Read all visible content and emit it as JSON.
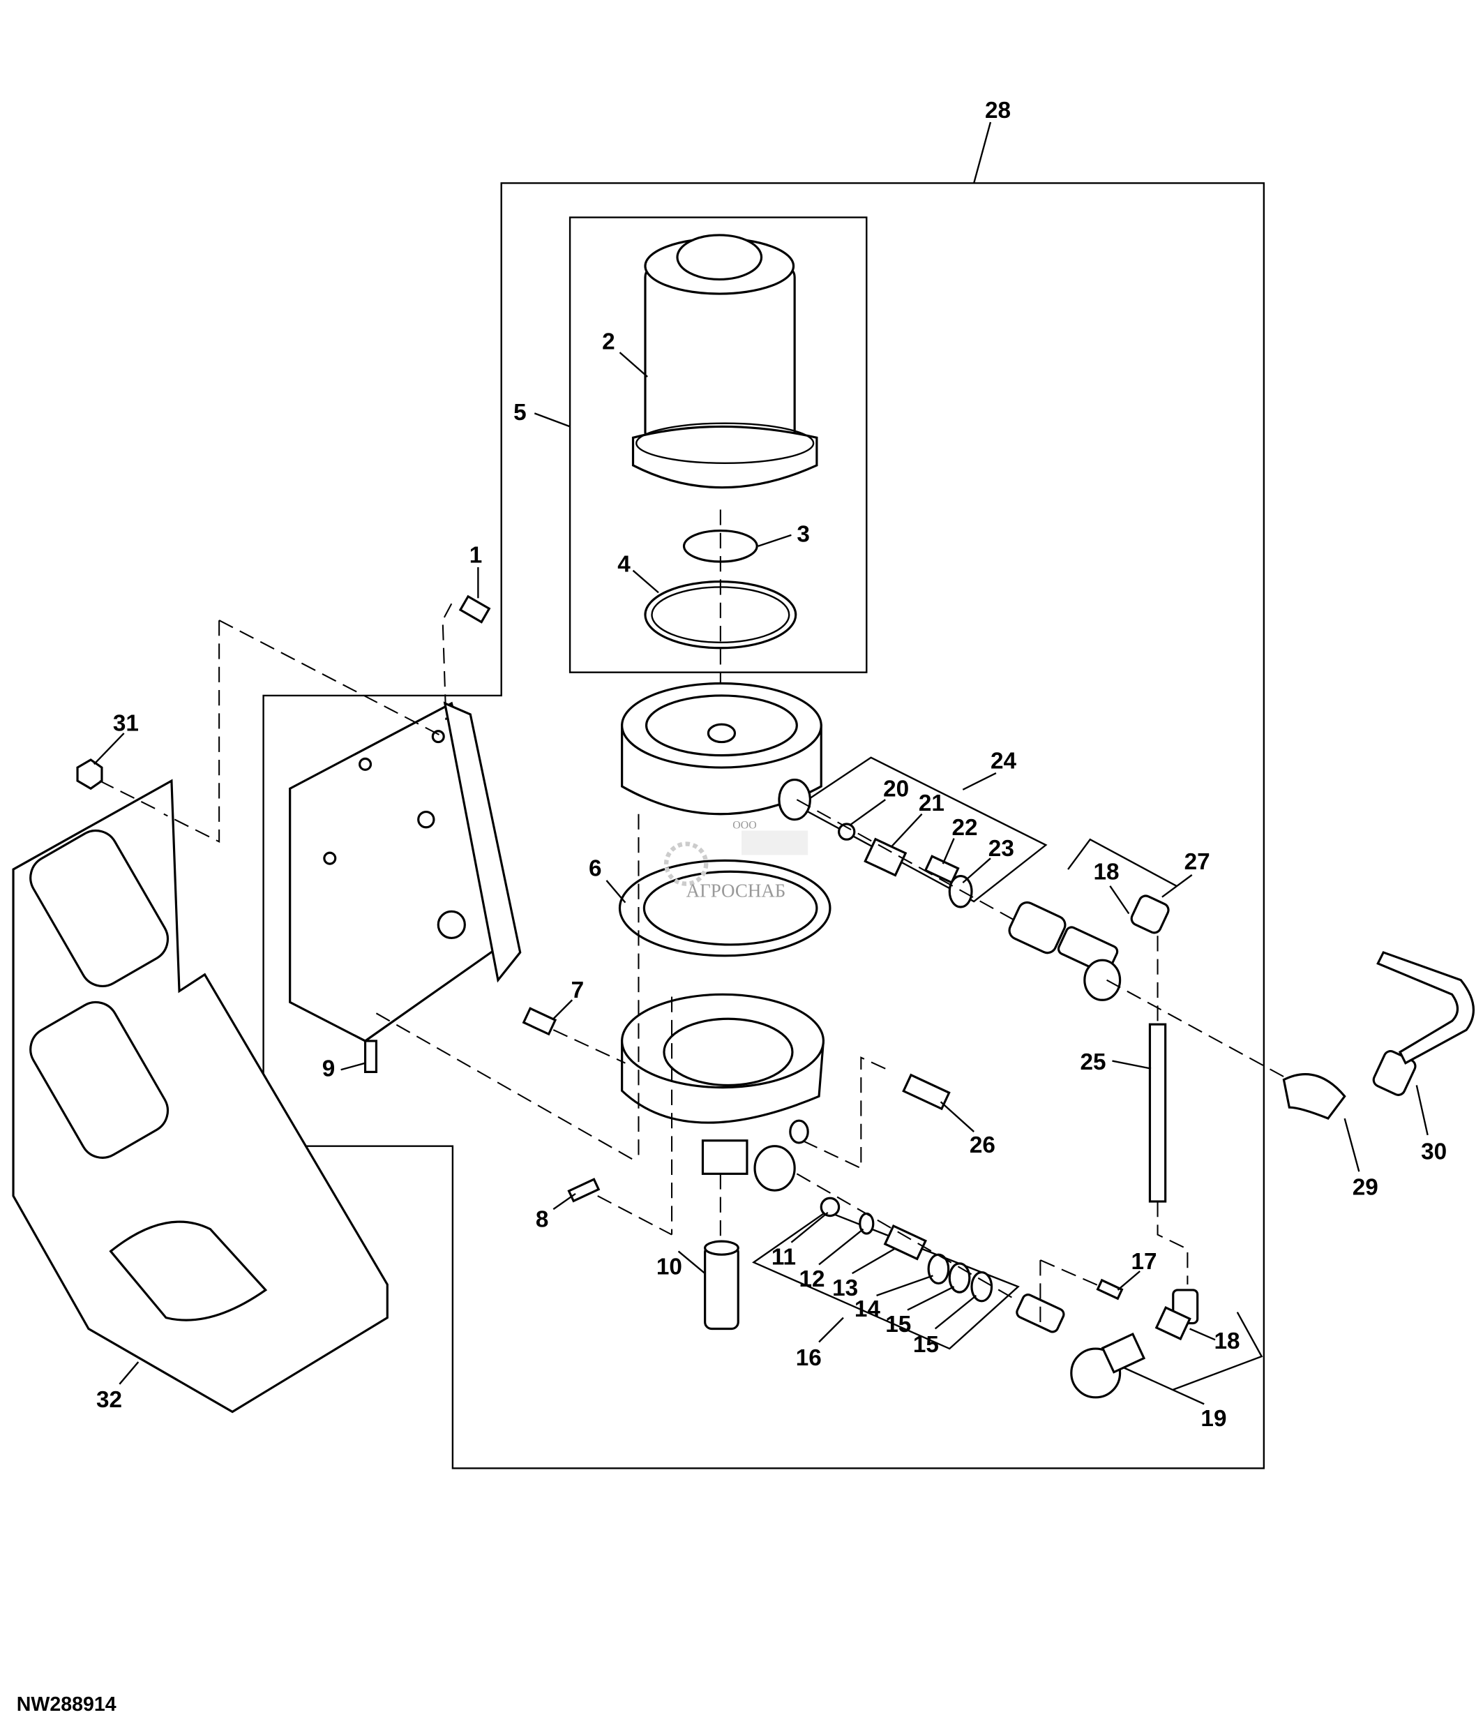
{
  "diagram_code": "NW288914",
  "watermark": {
    "company_prefix": "ООО",
    "company_name": "АГРОСНАБ"
  },
  "callouts": [
    "28",
    "2",
    "5",
    "3",
    "4",
    "1",
    "31",
    "24",
    "20",
    "21",
    "22",
    "23",
    "18",
    "27",
    "6",
    "7",
    "25",
    "9",
    "26",
    "29",
    "30",
    "8",
    "10",
    "11",
    "12",
    "13",
    "14",
    "15",
    "15",
    "16",
    "17",
    "18",
    "19",
    "32"
  ]
}
